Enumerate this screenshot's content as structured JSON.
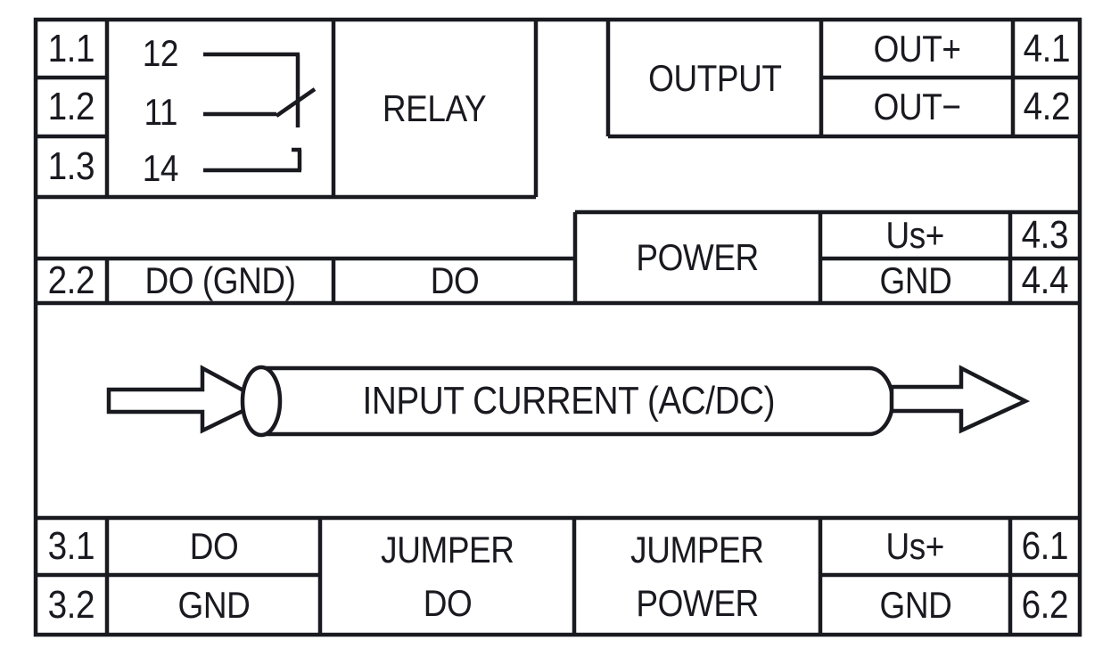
{
  "colors": {
    "line": "#191920",
    "background": "#ffffff"
  },
  "top_left": {
    "terminals": [
      "1.1",
      "1.2",
      "1.3"
    ],
    "contacts": [
      "12",
      "11",
      "14"
    ],
    "relay_label": "RELAY"
  },
  "output": {
    "label": "OUTPUT",
    "rows": [
      {
        "signal": "OUT+",
        "terminal": "4.1"
      },
      {
        "signal": "OUT−",
        "terminal": "4.2"
      }
    ]
  },
  "power": {
    "label": "POWER",
    "rows": [
      {
        "signal": "Us+",
        "terminal": "4.3"
      },
      {
        "signal": "GND",
        "terminal": "4.4"
      }
    ]
  },
  "mid_row": {
    "terminal": "2.2",
    "do_gnd_label": "DO (GND)",
    "do_label": "DO"
  },
  "input": {
    "label": "INPUT CURRENT (AC/DC)"
  },
  "bottom": {
    "left_rows": [
      {
        "terminal": "3.1",
        "signal": "DO"
      },
      {
        "terminal": "3.2",
        "signal": "GND"
      }
    ],
    "jumper_do": {
      "line1": "JUMPER",
      "line2": "DO"
    },
    "jumper_power": {
      "line1": "JUMPER",
      "line2": "POWER"
    },
    "right_rows": [
      {
        "signal": "Us+",
        "terminal": "6.1"
      },
      {
        "signal": "GND",
        "terminal": "6.2"
      }
    ]
  }
}
